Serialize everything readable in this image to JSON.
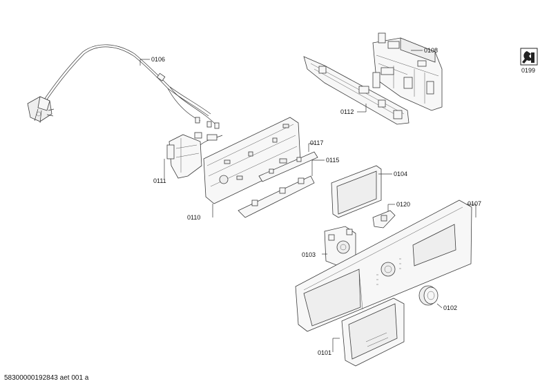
{
  "parts": [
    {
      "id": "p0106",
      "label": "0106"
    },
    {
      "id": "p0108",
      "label": "0108"
    },
    {
      "id": "p0199",
      "label": "0199"
    },
    {
      "id": "p0112",
      "label": "0112"
    },
    {
      "id": "p0117",
      "label": "0117"
    },
    {
      "id": "p0115",
      "label": "0115"
    },
    {
      "id": "p0104",
      "label": "0104"
    },
    {
      "id": "p0111",
      "label": "0111"
    },
    {
      "id": "p0110",
      "label": "0110"
    },
    {
      "id": "p0120",
      "label": "0120"
    },
    {
      "id": "p0107",
      "label": "0107"
    },
    {
      "id": "p0103",
      "label": "0103"
    },
    {
      "id": "p0102",
      "label": "0102"
    },
    {
      "id": "p0101",
      "label": "0101"
    }
  ],
  "footer": "58300000192843 aet 001 a"
}
